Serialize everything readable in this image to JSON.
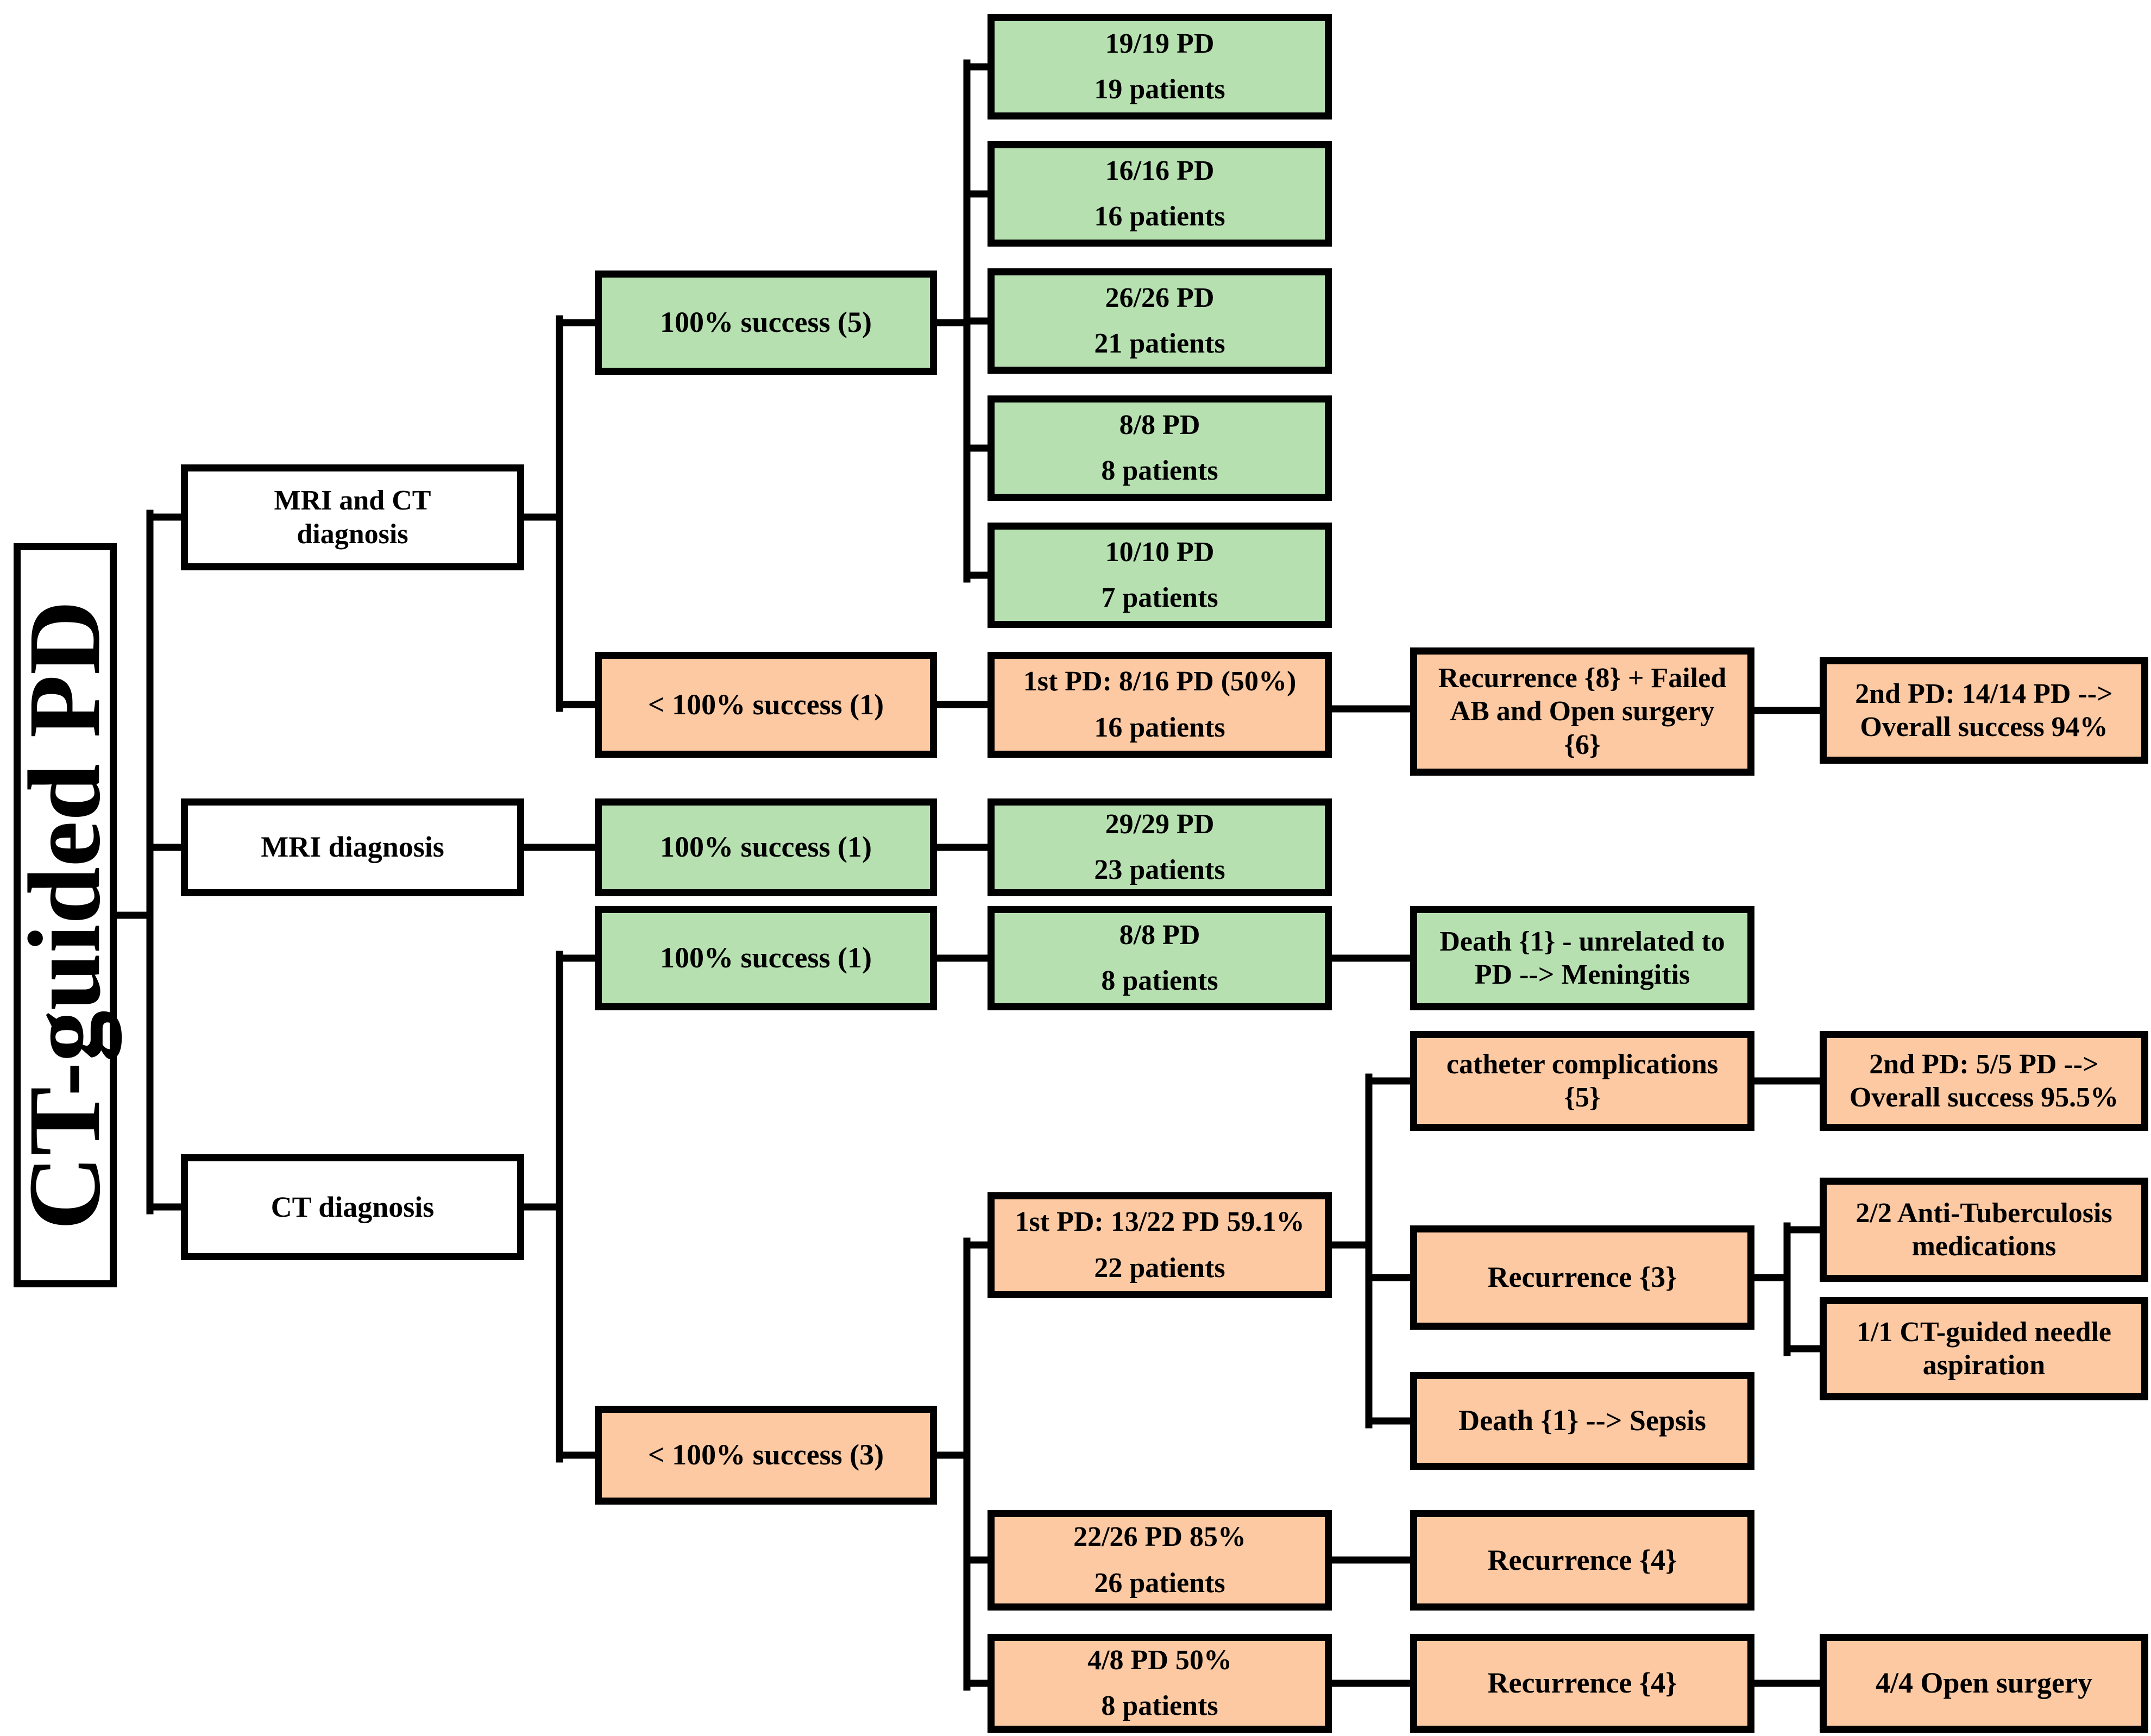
{
  "figure_title": "CT-guided PD",
  "colors": {
    "success_green": "#b7e0b1",
    "warning_orange": "#fcc9a2",
    "line_black": "#000000",
    "background": "#ffffff"
  },
  "nodes": {
    "root": {
      "label": "CT-guided PD"
    },
    "mri_ct": {
      "lines": [
        "MRI and CT",
        "diagnosis"
      ]
    },
    "mri": {
      "lines": [
        "MRI diagnosis"
      ]
    },
    "ct": {
      "lines": [
        "CT diagnosis"
      ]
    },
    "s5": {
      "lines": [
        "100% success (5)"
      ]
    },
    "f1": {
      "lines": [
        "< 100% success (1)"
      ]
    },
    "s1_mri": {
      "lines": [
        "100% success (1)"
      ]
    },
    "s1_ct": {
      "lines": [
        "100% success (1)"
      ]
    },
    "f3": {
      "lines": [
        "< 100% success (3)"
      ]
    },
    "pd19": {
      "lines": [
        "19/19 PD",
        "19 patients"
      ]
    },
    "pd16": {
      "lines": [
        "16/16 PD",
        "16 patients"
      ]
    },
    "pd26": {
      "lines": [
        "26/26 PD",
        "21 patients"
      ]
    },
    "pd8a": {
      "lines": [
        "8/8 PD",
        "8 patients"
      ]
    },
    "pd10": {
      "lines": [
        "10/10 PD",
        "7 patients"
      ]
    },
    "pd816": {
      "lines": [
        "1st PD: 8/16 PD (50%)",
        "16 patients"
      ]
    },
    "pd29": {
      "lines": [
        "29/29 PD",
        "23 patients"
      ]
    },
    "pd8b": {
      "lines": [
        "8/8 PD",
        "8 patients"
      ]
    },
    "pd1322": {
      "lines": [
        "1st PD: 13/22 PD 59.1%",
        "22 patients"
      ]
    },
    "pd2226": {
      "lines": [
        "22/26 PD 85%",
        "26 patients"
      ]
    },
    "pd48": {
      "lines": [
        "4/8 PD 50%",
        "8 patients"
      ]
    },
    "rec8": {
      "lines": [
        "Recurrence {8} + Failed",
        "AB and Open surgery",
        "{6}"
      ]
    },
    "death_mening": {
      "lines": [
        "Death {1} - unrelated to",
        "PD --> Meningitis"
      ]
    },
    "cath": {
      "lines": [
        "catheter complications",
        "{5}"
      ]
    },
    "rec3": {
      "lines": [
        "Recurrence {3}"
      ]
    },
    "death_sepsis": {
      "lines": [
        "Death {1} --> Sepsis"
      ]
    },
    "rec4a": {
      "lines": [
        "Recurrence {4}"
      ]
    },
    "rec4b": {
      "lines": [
        "Recurrence {4}"
      ]
    },
    "pd1414": {
      "lines": [
        "2nd PD: 14/14 PD -->",
        "Overall success 94%"
      ]
    },
    "pd55": {
      "lines": [
        "2nd PD: 5/5 PD -->",
        "Overall success 95.5%"
      ]
    },
    "tb22": {
      "lines": [
        "2/2 Anti-Tuberculosis",
        "medications"
      ]
    },
    "asp11": {
      "lines": [
        "1/1 CT-guided needle",
        "aspiration"
      ]
    },
    "open44": {
      "lines": [
        "4/4 Open surgery"
      ]
    }
  }
}
